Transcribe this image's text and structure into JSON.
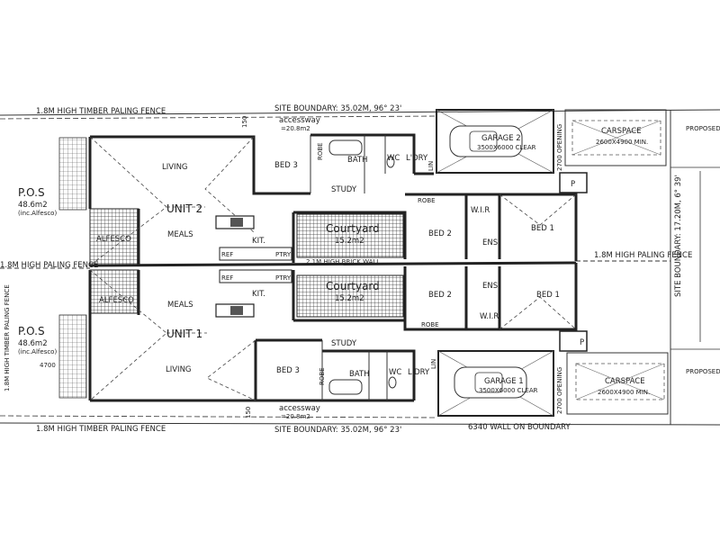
{
  "fences": {
    "top_fence": "1.8M HIGH TIMBER PALING FENCE",
    "bottom_fence": "1.8M HIGH TIMBER PALING FENCE",
    "mid_fence": "1.8M HIGH PALING FENCE",
    "right_fence": "1.8M HIGH PALING FENCE",
    "left_fence_u1": "1.8M HIGH TIMBER PALING FENCE",
    "brick_wall": "2.1M HIGH BRICK WALL",
    "wall_on_boundary": "6340 WALL ON BOUNDARY"
  },
  "boundaries": {
    "top": "SITE BOUNDARY: 35.02M, 96° 23'",
    "bottom": "SITE BOUNDARY: 35.02M, 96° 23'",
    "right": "SITE BOUNDARY: 17.20M, 6° 39'"
  },
  "crossings": {
    "top": "PROPOSED CONCRETE CROSSING",
    "bottom": "PROPOSED CONCRETE CROSSING"
  },
  "unit2": {
    "name": "UNIT 2",
    "pos_label": "P.O.S",
    "pos_area": "48.6m2",
    "pos_note": "(inc.Alfesco)",
    "accessway": "accessway",
    "accessway_area": "=20.8m2",
    "alfesco": "ALFESCO",
    "living": "LIVING",
    "meals": "MEALS",
    "kit": "KIT.",
    "ref": "REF",
    "ptry": "PTRY",
    "courtyard": "Courtyard",
    "courtyard_area": "15.2m2",
    "bed3": "BED 3",
    "robe_bed3": "ROBE",
    "bath": "BATH",
    "wc": "WC",
    "ldry": "L'DRY",
    "lin": "LIN",
    "study": "STUDY",
    "bed2": "BED 2",
    "robe_bed2": "ROBE",
    "wir": "W.I.R",
    "ens": "ENS.",
    "bed1": "BED 1",
    "garage": "GARAGE 2",
    "garage_size": "3500X6000 CLEAR",
    "opening": "2700 OPENING",
    "carspace": "CARSPACE",
    "carspace_size": "2600X4900 MIN.",
    "p": "P",
    "dim_top": "150"
  },
  "unit1": {
    "name": "UNIT 1",
    "pos_label": "P.O.S",
    "pos_area": "48.6m2",
    "pos_note": "(inc.Alfesco)",
    "accessway": "accessway",
    "accessway_area": "=20.8m2",
    "alfesco": "ALFESCO",
    "living": "LIVING",
    "meals": "MEALS",
    "kit": "KIT.",
    "ref": "REF",
    "ptry": "PTRY",
    "courtyard": "Courtyard",
    "courtyard_area": "15.2m2",
    "bed3": "BED 3",
    "robe_bed3": "ROBE",
    "bath": "BATH",
    "wc": "WC",
    "ldry": "L'DRY",
    "lin": "LIN",
    "study": "STUDY",
    "bed2": "BED 2",
    "robe_bed2": "ROBE",
    "wir": "W.I.R",
    "ens": "ENS.",
    "bed1": "BED 1",
    "garage": "GARAGE 1",
    "garage_size": "3500X6000 CLEAR",
    "opening": "2700 OPENING",
    "carspace": "CARSPACE",
    "carspace_size": "2600X4900 MIN.",
    "p": "P",
    "dim_left": "4700",
    "dim_bottom": "150"
  }
}
